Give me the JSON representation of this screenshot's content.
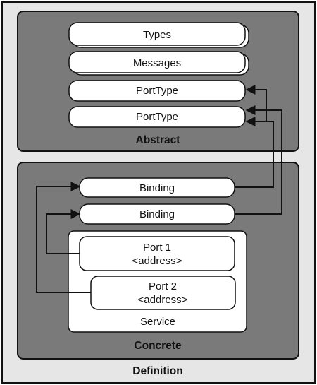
{
  "definition": {
    "label": "Definition",
    "abstract": {
      "label": "Abstract",
      "items": [
        "Types",
        "Messages",
        "PortType",
        "PortType"
      ]
    },
    "concrete": {
      "label": "Concrete",
      "bindings": [
        "Binding",
        "Binding"
      ],
      "service": {
        "label": "Service",
        "ports": [
          {
            "name": "Port 1",
            "address": "<address>"
          },
          {
            "name": "Port 2",
            "address": "<address>"
          }
        ]
      }
    }
  },
  "colors": {
    "outer_fill": "#e6e6e6",
    "section_fill": "#7a7a7a",
    "box_fill": "#ffffff",
    "stroke": "#111111"
  }
}
